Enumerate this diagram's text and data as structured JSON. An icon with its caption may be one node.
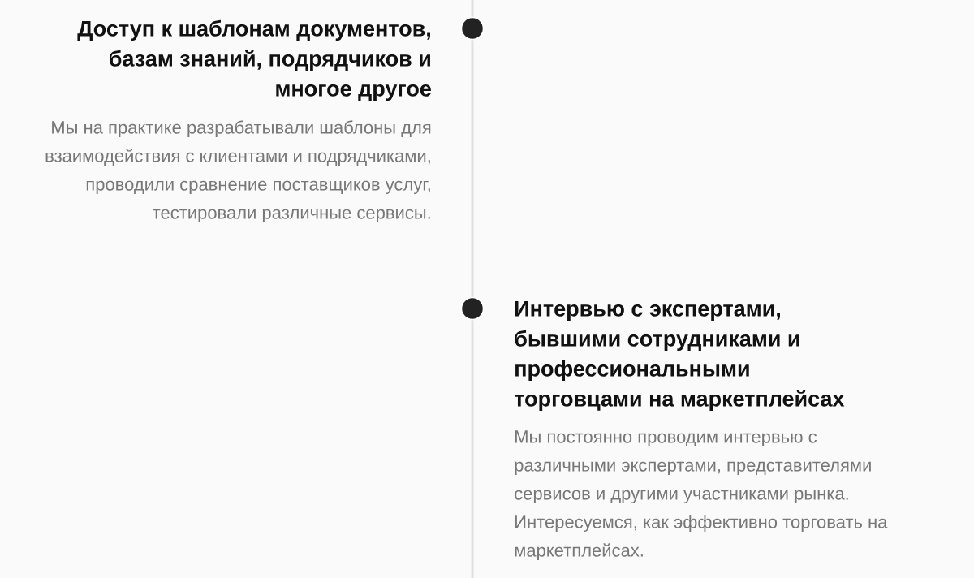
{
  "diagram": {
    "nodes": [
      {
        "text": [],
        "shape": "circle",
        "beside": [
          "Доступ к шаблонам документов, базам знаний, подрядчиков и многое другое",
          "Мы на практике разрабатывали шаблоны для взаимодействия с клиентами и подрядчиками, проводили сравнение поставщиков услуг, тестировали различные сервисы."
        ]
      },
      {
        "text": [],
        "shape": "circle",
        "beside": [
          "Интервью с экспертами, бывшими сотрудниками и профессиональными торговцами на маркетплейсах",
          "Мы постоянно проводим интервью с различными экспертами, представителями сервисов и другими участниками рынка. Интересуемся, как эффективно торговать на маркетплейсах."
        ]
      }
    ],
    "edges": [
      {
        "from": null,
        "to": 0,
        "arrow": "none"
      },
      {
        "from": 0,
        "to": 1,
        "arrow": "none"
      },
      {
        "from": 1,
        "to": null,
        "arrow": "none"
      }
    ]
  }
}
